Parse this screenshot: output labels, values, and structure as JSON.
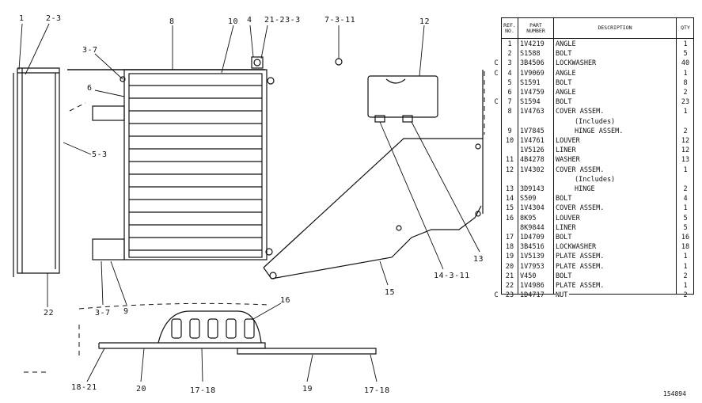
{
  "callouts": [
    {
      "id": "c1",
      "text": "1"
    },
    {
      "id": "c2",
      "text": "2-3"
    },
    {
      "id": "c3",
      "text": "3-7"
    },
    {
      "id": "c4",
      "text": "6"
    },
    {
      "id": "c5",
      "text": "5-3"
    },
    {
      "id": "c6",
      "text": "8"
    },
    {
      "id": "c7",
      "text": "10"
    },
    {
      "id": "c8",
      "text": "4"
    },
    {
      "id": "c9",
      "text": "21-23-3"
    },
    {
      "id": "c10",
      "text": "7-3-11"
    },
    {
      "id": "c11",
      "text": "12"
    },
    {
      "id": "c12",
      "text": "13"
    },
    {
      "id": "c13",
      "text": "14-3-11"
    },
    {
      "id": "c14",
      "text": "15"
    },
    {
      "id": "c15",
      "text": "22"
    },
    {
      "id": "c16",
      "text": "3-7"
    },
    {
      "id": "c17",
      "text": "9"
    },
    {
      "id": "c18",
      "text": "16"
    },
    {
      "id": "c19",
      "text": "18-21"
    },
    {
      "id": "c20",
      "text": "20"
    },
    {
      "id": "c21",
      "text": "17-18"
    },
    {
      "id": "c22",
      "text": "19"
    },
    {
      "id": "c23",
      "text": "17-18"
    }
  ],
  "parts_table": {
    "headers": {
      "ref": [
        "REF.",
        "NO."
      ],
      "part": [
        "PART",
        "NUMBER"
      ],
      "desc": "DESCRIPTION",
      "qty": "QTY"
    },
    "rows": [
      {
        "flag": "",
        "ref": "1",
        "part": "1V4219",
        "desc": "ANGLE",
        "qty": "1",
        "sub": false
      },
      {
        "flag": "",
        "ref": "2",
        "part": "S1588",
        "desc": "BOLT",
        "qty": "5",
        "sub": false
      },
      {
        "flag": "C",
        "ref": "3",
        "part": "3B4506",
        "desc": "LOCKWASHER",
        "qty": "40",
        "sub": false
      },
      {
        "flag": "C",
        "ref": "4",
        "part": "1V9069",
        "desc": "ANGLE",
        "qty": "1",
        "sub": false
      },
      {
        "flag": "",
        "ref": "5",
        "part": "S1591",
        "desc": "BOLT",
        "qty": "8",
        "sub": false
      },
      {
        "flag": "",
        "ref": "6",
        "part": "1V4759",
        "desc": "ANGLE",
        "qty": "2",
        "sub": false
      },
      {
        "flag": "C",
        "ref": "7",
        "part": "S1594",
        "desc": "BOLT",
        "qty": "23",
        "sub": false
      },
      {
        "flag": "",
        "ref": "8",
        "part": "1V4763",
        "desc": "COVER ASSEM.",
        "qty": "1",
        "sub": false
      },
      {
        "flag": "",
        "ref": "",
        "part": "",
        "desc": "(Includes)",
        "qty": "",
        "sub": true
      },
      {
        "flag": "",
        "ref": "9",
        "part": "1V7845",
        "desc": "HINGE ASSEM.",
        "qty": "2",
        "sub": true
      },
      {
        "flag": "",
        "ref": "10",
        "part": "1V4761",
        "desc": "LOUVER",
        "qty": "12",
        "sub": false
      },
      {
        "flag": "",
        "ref": "",
        "part": "1V5126",
        "desc": "LINER",
        "qty": "12",
        "sub": false
      },
      {
        "flag": "",
        "ref": "11",
        "part": "4B4278",
        "desc": "WASHER",
        "qty": "13",
        "sub": false
      },
      {
        "flag": "",
        "ref": "12",
        "part": "1V4302",
        "desc": "COVER ASSEM.",
        "qty": "1",
        "sub": false
      },
      {
        "flag": "",
        "ref": "",
        "part": "",
        "desc": "(Includes)",
        "qty": "",
        "sub": true
      },
      {
        "flag": "",
        "ref": "13",
        "part": "3D9143",
        "desc": "HINGE",
        "qty": "2",
        "sub": true
      },
      {
        "flag": "",
        "ref": "14",
        "part": "S509",
        "desc": "BOLT",
        "qty": "4",
        "sub": false
      },
      {
        "flag": "",
        "ref": "15",
        "part": "1V4304",
        "desc": "COVER ASSEM.",
        "qty": "1",
        "sub": false
      },
      {
        "flag": "",
        "ref": "16",
        "part": "8K95",
        "desc": "LOUVER",
        "qty": "5",
        "sub": false
      },
      {
        "flag": "",
        "ref": "",
        "part": "8K9844",
        "desc": "LINER",
        "qty": "5",
        "sub": false
      },
      {
        "flag": "",
        "ref": "17",
        "part": "1D4709",
        "desc": "BOLT",
        "qty": "16",
        "sub": false
      },
      {
        "flag": "",
        "ref": "18",
        "part": "3B4516",
        "desc": "LOCKWASHER",
        "qty": "18",
        "sub": false
      },
      {
        "flag": "",
        "ref": "19",
        "part": "1V5139",
        "desc": "PLATE ASSEM.",
        "qty": "1",
        "sub": false
      },
      {
        "flag": "",
        "ref": "20",
        "part": "1V7953",
        "desc": "PLATE ASSEM.",
        "qty": "1",
        "sub": false
      },
      {
        "flag": "",
        "ref": "21",
        "part": "V450",
        "desc": "BOLT",
        "qty": "2",
        "sub": false
      },
      {
        "flag": "",
        "ref": "22",
        "part": "1V4986",
        "desc": "PLATE ASSEM.",
        "qty": "1",
        "sub": false
      },
      {
        "flag": "C",
        "ref": "23",
        "part": "1D4717",
        "desc": "NUT",
        "qty": "2",
        "sub": false
      }
    ]
  },
  "drawing_number": "154894"
}
